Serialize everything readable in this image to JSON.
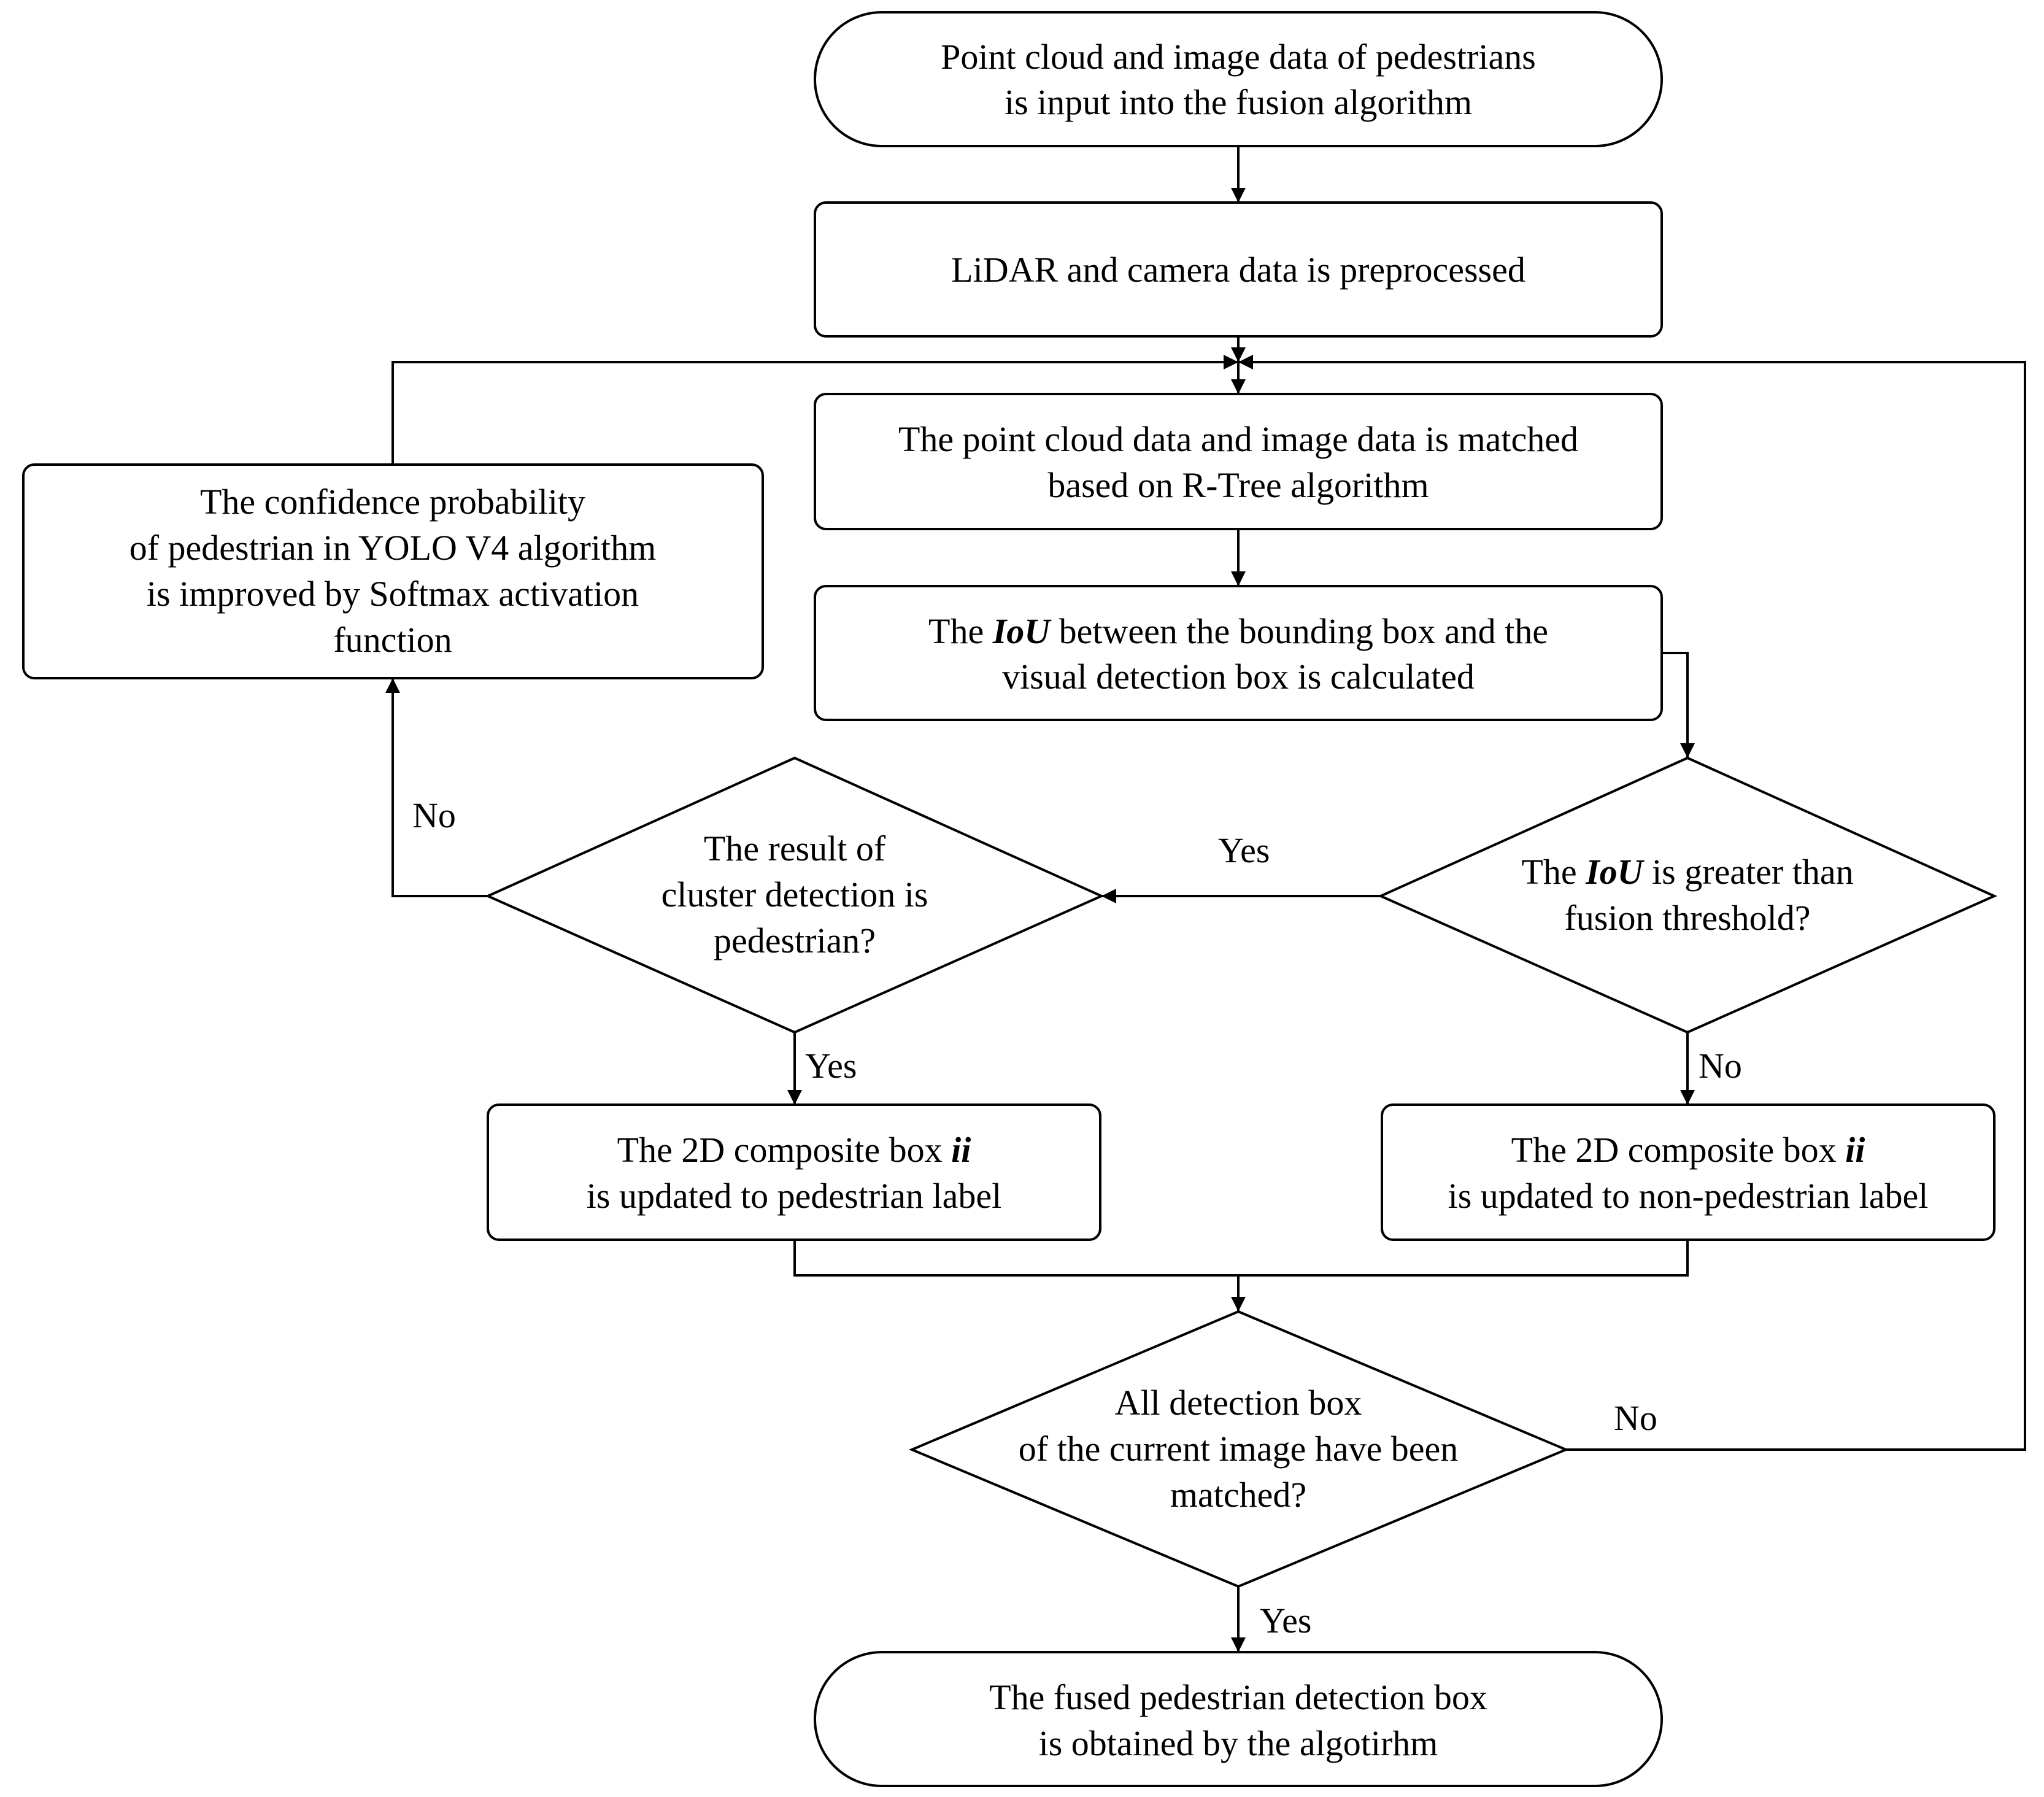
{
  "nodes": {
    "start": {
      "lines": [
        "Point cloud and image data of pedestrians",
        "is input into the fusion algorithm"
      ]
    },
    "preprocess": {
      "lines": [
        "LiDAR and camera data is preprocessed"
      ]
    },
    "match": {
      "lines": [
        "The point cloud data and image data is matched",
        "based on R-Tree algorithm"
      ]
    },
    "iou_calc": {
      "line1_pre": "The ",
      "line1_em": "IoU",
      "line1_post": " between the bounding box and the",
      "line2": "visual detection box is calculated"
    },
    "confidence": {
      "lines": [
        "The confidence probability",
        "of pedestrian in YOLO V4 algorithm",
        "is improved by Softmax activation",
        "function"
      ]
    },
    "cluster_decision": {
      "lines": [
        "The result of",
        "cluster detection is",
        "pedestrian?"
      ]
    },
    "iou_decision": {
      "line1_pre": "The ",
      "line1_em": "IoU",
      "line1_post": " is greater than",
      "line2": "fusion threshold?"
    },
    "ped_label": {
      "line1_pre": "The 2D composite box ",
      "line1_em": "ii",
      "line2": "is updated to pedestrian label"
    },
    "nonped_label": {
      "line1_pre": "The 2D composite box ",
      "line1_em": "ii",
      "line2": "is updated to non-pedestrian label"
    },
    "all_matched": {
      "lines": [
        "All detection box",
        "of the current image have been",
        "matched?"
      ]
    },
    "end": {
      "lines": [
        "The fused pedestrian detection box",
        "is obtained by the algotirhm"
      ]
    }
  },
  "edge_labels": {
    "iou_yes": "Yes",
    "cluster_no": "No",
    "cluster_yes": "Yes",
    "iou_no": "No",
    "all_no": "No",
    "all_yes": "Yes"
  }
}
